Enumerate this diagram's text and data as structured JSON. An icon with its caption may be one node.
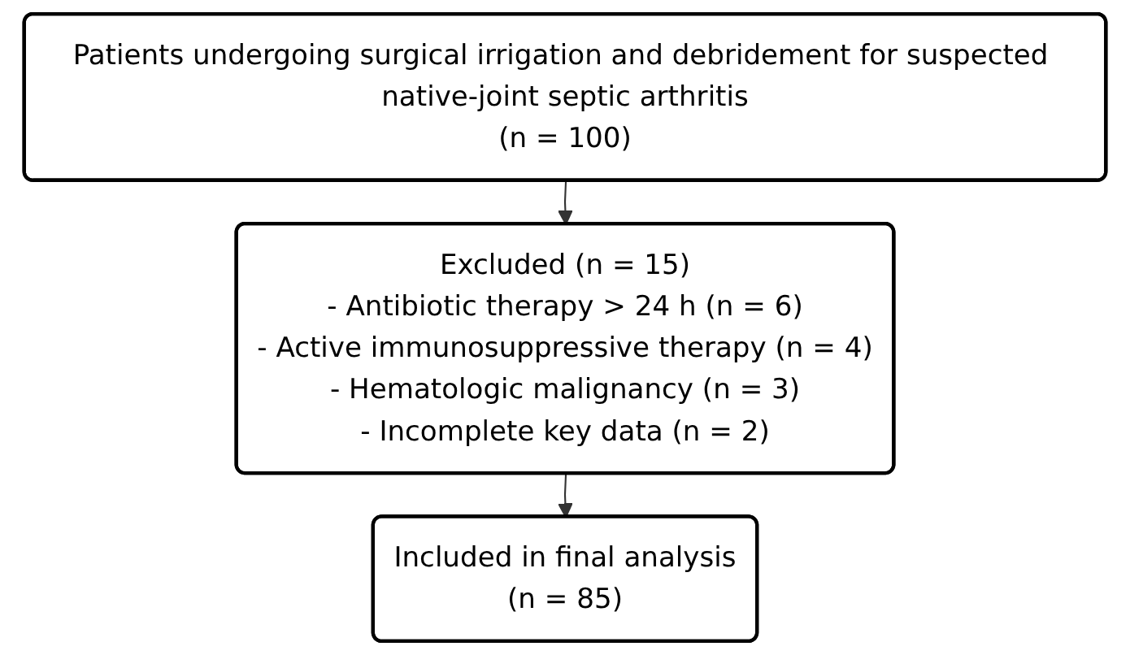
{
  "diagram": {
    "nodes": [
      {
        "text": [
          "Patients undergoing surgical irrigation and debridement for suspected native-joint septic arthritis",
          "(n = 100)"
        ]
      },
      {
        "text": [
          "Excluded (n = 15)",
          "- Antibiotic therapy > 24 h (n = 6)",
          "- Active immunosuppressive therapy (n = 4)",
          "- Hematologic malignancy (n = 3)",
          "- Incomplete key data (n = 2)"
        ]
      },
      {
        "text": [
          "Included in final analysis",
          "(n = 85)"
        ]
      }
    ],
    "edges": [
      {
        "from": 0,
        "to": 1,
        "arrow": "to"
      },
      {
        "from": 1,
        "to": 2,
        "arrow": "to"
      }
    ]
  }
}
